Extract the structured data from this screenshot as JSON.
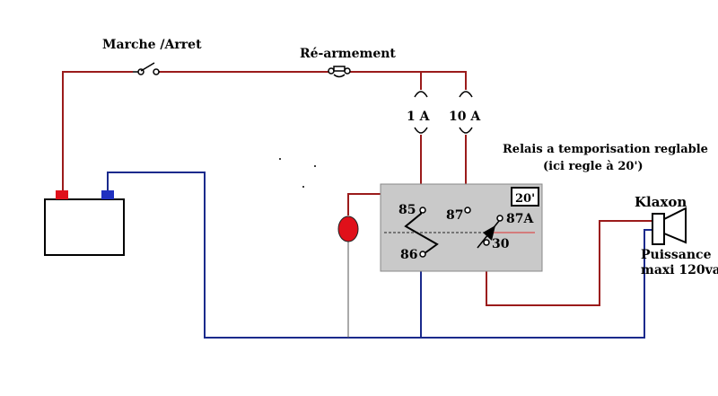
{
  "labels": {
    "switch": "Marche /Arret",
    "reset": "Ré-armement",
    "fuse_1": "1 A",
    "fuse_2": "10 A",
    "relay_title_line1": "Relais a temporisation reglable",
    "relay_title_line2": "(ici regle à 20')",
    "timer": "20'",
    "pin_85": "85",
    "pin_86": "86",
    "pin_87": "87",
    "pin_87a": "87A",
    "pin_30": "30",
    "horn": "Klaxon",
    "power_line1": "Puissance",
    "power_line2": "maxi 120va"
  },
  "colors": {
    "positive_wire": "#9b1b1b",
    "negative_wire": "#1a2a8c",
    "relay_body": "#c9c9c9",
    "battery_plus": "#e0101a",
    "battery_minus": "#2030c0",
    "lamp": "#e0101a",
    "inner_red": "#e03030"
  },
  "icons": {
    "switch": "switch-icon",
    "reset": "reset-button-icon",
    "fuse": "fuse-icon",
    "battery": "battery-icon",
    "lamp": "lamp-icon",
    "horn": "horn-icon",
    "relay": "relay-icon"
  }
}
